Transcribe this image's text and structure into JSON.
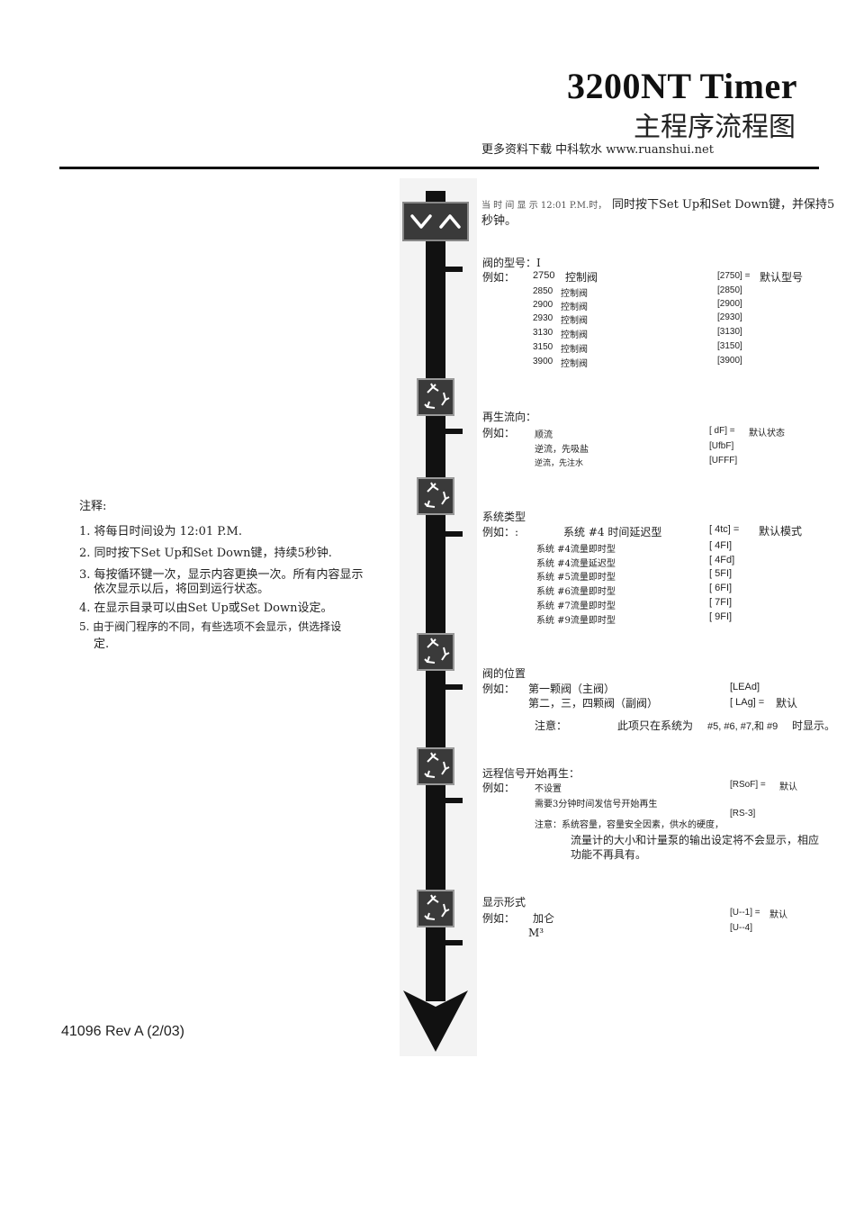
{
  "header": {
    "title": "3200NT Timer",
    "subtitle": "主程序流程图",
    "download": "更多资料下载 中科软水 www.ruanshui.net"
  },
  "intro": {
    "small": "当 时 间 显 示 12:01 P.M.时，",
    "main": "同时按下Set Up和Set Down键，并保持5",
    "main2": "秒钟。"
  },
  "valve_type": {
    "heading": "阀的型号：I",
    "example_label": "例如：",
    "rows": [
      {
        "model": "2750",
        "name": "控制阀",
        "code": "[2750] =",
        "note": "默认型号"
      },
      {
        "model": "2850",
        "name": "控制阀",
        "code": "[2850]",
        "note": ""
      },
      {
        "model": "2900",
        "name": "控制阀",
        "code": "[2900]",
        "note": ""
      },
      {
        "model": "2930",
        "name": "控制阀",
        "code": "[2930]",
        "note": ""
      },
      {
        "model": "3130",
        "name": "控制阀",
        "code": "[3130]",
        "note": ""
      },
      {
        "model": "3150",
        "name": "控制阀",
        "code": "[3150]",
        "note": ""
      },
      {
        "model": "3900",
        "name": "控制阀",
        "code": "[3900]",
        "note": ""
      }
    ]
  },
  "regen_flow": {
    "heading": "再生流向：",
    "example_label": "例如：",
    "rows": [
      {
        "name": "顺流",
        "code": "[   dF] =",
        "note": "默认状态"
      },
      {
        "name": "逆流，先吸盐",
        "code": "[UfbF]",
        "note": ""
      },
      {
        "name": "逆流，先注水",
        "code": "[UFFF]",
        "note": ""
      }
    ]
  },
  "system_type": {
    "heading": "系统类型",
    "example_label": "例如：:",
    "rows": [
      {
        "name": "系统  #4  时间延迟型",
        "code": "[   4tc] =",
        "note": "默认模式"
      },
      {
        "name": "系统 #4流量即时型",
        "code": "[   4FI]",
        "note": ""
      },
      {
        "name": "系统 #4流量延迟型",
        "code": "[   4Fd]",
        "note": ""
      },
      {
        "name": "系统 #5流量即时型",
        "code": "[   5FI]",
        "note": ""
      },
      {
        "name": "系统 #6流量即时型",
        "code": "[   6FI]",
        "note": ""
      },
      {
        "name": "系统 #7流量即时型",
        "code": "[   7FI]",
        "note": ""
      },
      {
        "name": "系统 #9流量即时型",
        "code": "[   9FI]",
        "note": ""
      }
    ]
  },
  "valve_position": {
    "heading": "阀的位置",
    "example_label": "例如：",
    "row1_name": "第一颗阀（主阀）",
    "row1_code": "[LEAd]",
    "row2_name": "第二，三，四颗阀（副阀）",
    "row2_code": "[ LAg] =",
    "row2_note": "默认",
    "note_label": "注意：",
    "note_text": "此项只在系统为",
    "note_systems": "#5, #6, #7,和  #9",
    "note_tail": "时显示。"
  },
  "remote_signal": {
    "heading": "远程信号开始再生：",
    "example_label": "例如：",
    "row1_name": "不设置",
    "row1_code": "[RSoF] =",
    "row1_note": "默认",
    "row2_name": "需要3分钟时间发信号开始再生",
    "row2_code": "[RS-3]",
    "note1": "注意：系统容量，容量安全因素，供水的硬度，",
    "note2": "流量计的大小和计量泵的输出设定将不会显示，相应",
    "note3": "功能不再具有。"
  },
  "display_format": {
    "heading": "显示形式",
    "example_label": "例如：",
    "row1_name": "加仑",
    "row1_code": "[U--1] =",
    "row1_note": "默认",
    "row2_name": "M³",
    "row2_code": "[U--4]"
  },
  "notes": {
    "heading": "注释:",
    "items": [
      "1. 将每日时间设为 12:01 P.M.",
      "2.   同时按下Set Up和Set Down键，持续5秒钟.",
      "3.   每按循环键一次，显示内容更换一次。所有内容显示",
      "依次显示以后，将回到运行状态。",
      "4.   在显示目录可以由Set Up或Set Down设定。",
      "5. 由于阀门程序的不同，有些选项不会显示，供选择设",
      "定."
    ]
  },
  "footer": {
    "doc_number": "41096 Rev A (2/03)"
  },
  "icons": {
    "updown": "up-down-buttons-icon",
    "cycle": "cycle-button-icon",
    "arrow": "flow-arrow-down-icon"
  }
}
